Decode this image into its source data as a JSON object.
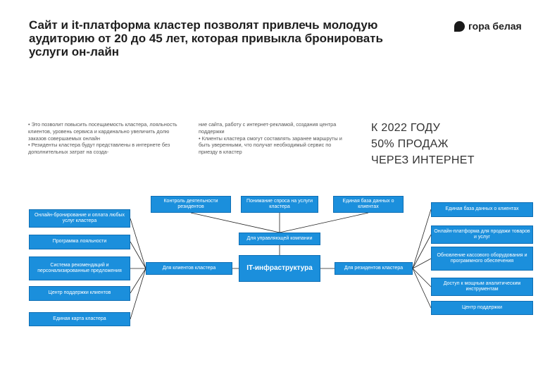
{
  "header": {
    "title": "Сайт и it-платформа кластер позволят привлечь молодую аудиторию от 20 до 45 лет, которая привыкла бронировать услуги он-лайн",
    "logo_text": "гора белая"
  },
  "text_col1": [
    "• Это позволит повысить посещаемость кластера, лояльность клиентов, уровень сервиса и кардинально увеличить долю заказов совершаемых онлайн",
    "• Резиденты кластера будут представлены в интернете без дополнительных затрат на созда-"
  ],
  "text_col2": [
    "ние сайта, работу с интернет-рекламой, создания центра поддержки",
    "• Клиенты кластера смогут составлять заранее маршруты и быть уверенными, что получат необходимый сервис по приезду в кластер"
  ],
  "highlight": [
    "К 2022 ГОДУ",
    "50% ПРОДАЖ",
    "ЧЕРЕЗ ИНТЕРНЕТ"
  ],
  "diagram": {
    "core": "IT-инфраструктура",
    "management": "Для управляющей компании",
    "management_items": [
      "Контроль деятельности резидентов",
      "Понимание спроса на услуги кластера",
      "Единая база данных о клиентах"
    ],
    "clients": "Для клиентов кластера",
    "client_items": [
      "Онлайн-бронирование и оплата любых услуг кластера",
      "Программа лояльности",
      "Система рекомендаций и персонализированные предложения",
      "Центр поддержки клиентов",
      "Единая карта кластера"
    ],
    "residents": "Для резидентов кластера",
    "resident_items": [
      "Единая база данных о клиентах",
      "Онлайн-платформа для продажи товаров и услуг",
      "Обновление кассового оборудования и программного обеспечения",
      "Доступ к мощным аналитическим инструментам",
      "Центр поддержки"
    ]
  },
  "colors": {
    "box": "#1b8fdc",
    "line": "#222222"
  }
}
